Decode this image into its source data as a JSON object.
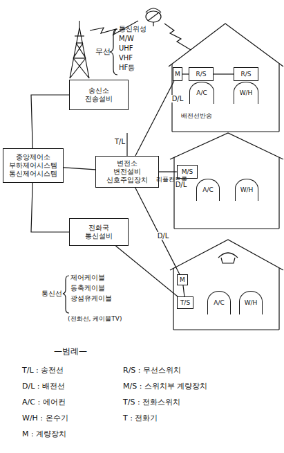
{
  "diagram": {
    "nodes": [
      {
        "text": [
          "송신소",
          "전송설비"
        ]
      },
      {
        "text": [
          "중앙제어소",
          "부하제어시스템",
          "통신제어시스템"
        ]
      },
      {
        "text": [
          "변전소",
          "변전설비",
          "신호주입장치"
        ]
      },
      {
        "text": [
          "전화국",
          "통신설비"
        ]
      },
      {
        "text": [
          "M"
        ]
      },
      {
        "text": [
          "R/S"
        ]
      },
      {
        "text": [
          "R/S"
        ]
      },
      {
        "text": [
          "A/C"
        ]
      },
      {
        "text": [
          "W/H"
        ]
      },
      {
        "text": [
          "M/S"
        ]
      },
      {
        "text": [
          "A/C"
        ]
      },
      {
        "text": [
          "W/H"
        ]
      },
      {
        "text": [
          "M"
        ]
      },
      {
        "text": [
          "T/S"
        ]
      },
      {
        "text": [
          "A/C"
        ]
      },
      {
        "text": [
          "W/H"
        ]
      }
    ],
    "edges": [
      {
        "from": 1,
        "to": 0,
        "arrow": "none"
      },
      {
        "from": 1,
        "to": 2,
        "arrow": "none"
      },
      {
        "from": 1,
        "to": 3,
        "arrow": "none"
      },
      {
        "from": 2,
        "to": 4,
        "label": "D/L",
        "arrow": "none"
      },
      {
        "from": 2,
        "to": 9,
        "label": "D/L",
        "arrow": "none"
      },
      {
        "from": 2,
        "to": 12,
        "label": "D/L",
        "arrow": "none"
      },
      {
        "from": 3,
        "to": 13,
        "arrow": "none"
      },
      {
        "from": 4,
        "to": 5,
        "arrow": "none"
      },
      {
        "from": 5,
        "to": 6,
        "arrow": "none"
      },
      {
        "from": 12,
        "to": 13,
        "arrow": "none"
      }
    ],
    "labels": [
      "무선",
      "통신위성",
      "M/W",
      "UHF",
      "VHF",
      "HF등",
      "T/L",
      "배전선반송",
      "리플컨트롤",
      "통신선",
      "제어케이블",
      "동축케이블",
      "광섬유케이블",
      "(전화선, 케이블TV)",
      "—범례—"
    ],
    "legend": [
      {
        "text": "T/L : 송전선"
      },
      {
        "text": "R/S : 무선스위치"
      },
      {
        "text": "D/L : 배전선"
      },
      {
        "text": "M/S : 스위치부 계량장치"
      },
      {
        "text": "A/C : 에어컨"
      },
      {
        "text": "T/S : 전화스위치"
      },
      {
        "text": "W/H : 온수기"
      },
      {
        "text": "T : 전화기"
      },
      {
        "text": "M : 계량장치"
      }
    ]
  }
}
